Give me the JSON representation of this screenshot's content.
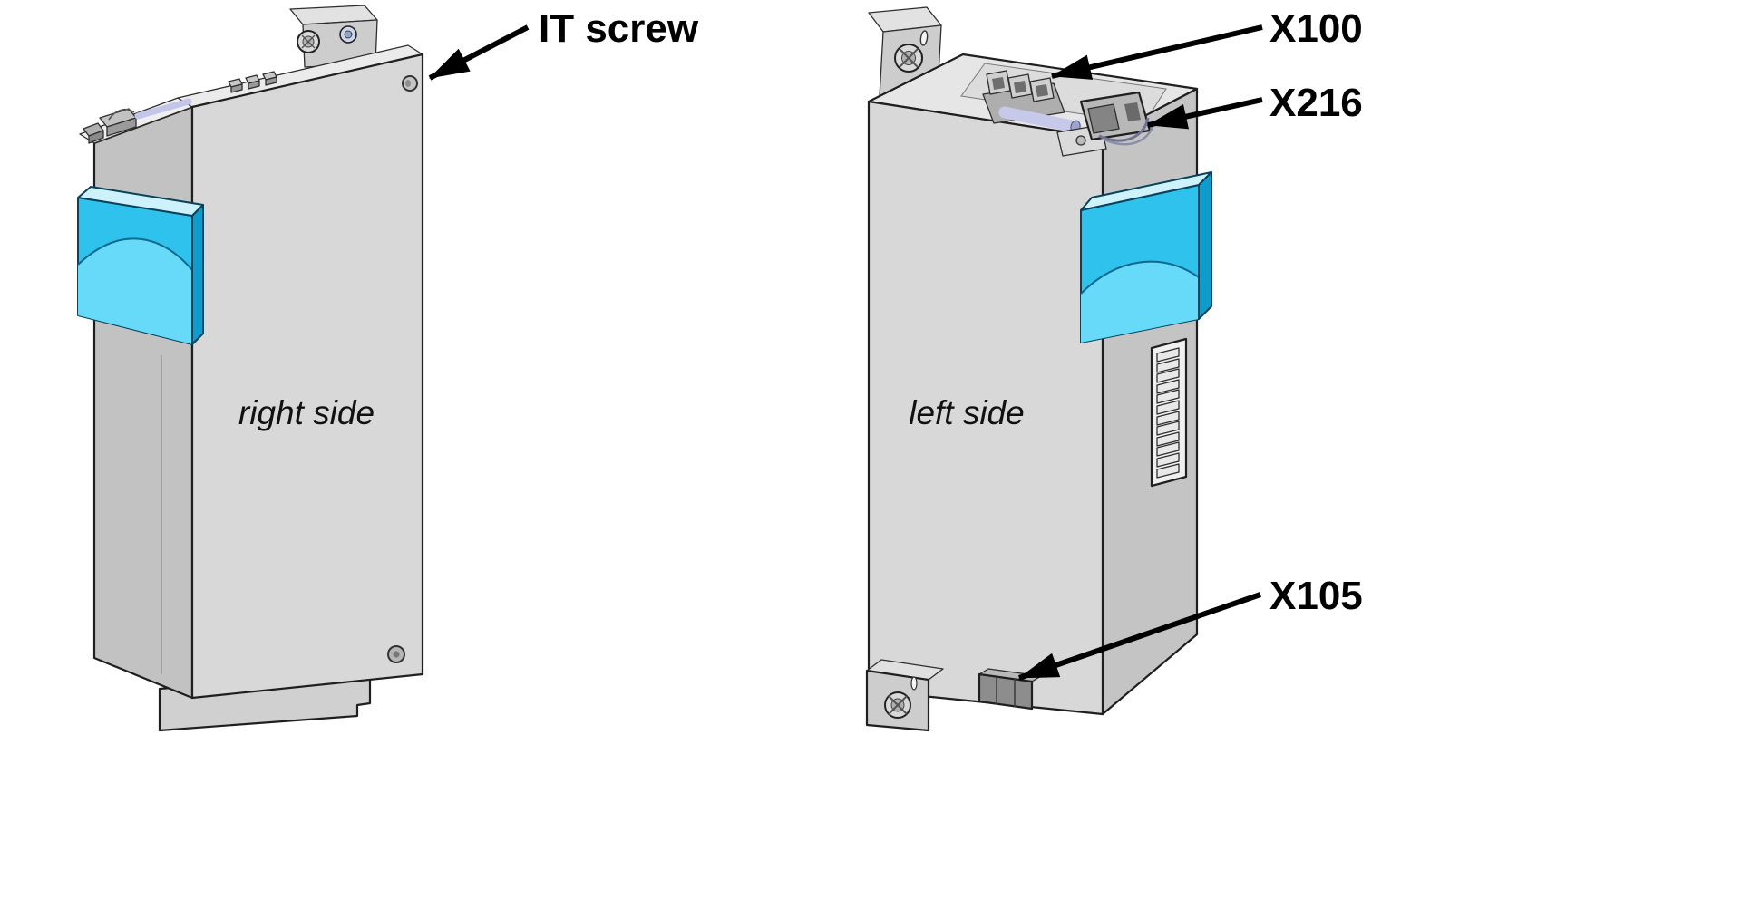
{
  "views": {
    "right_side": {
      "caption": "right side"
    },
    "left_side": {
      "caption": "left side"
    }
  },
  "callouts": {
    "it_screw": {
      "label": "IT screw"
    },
    "x100": {
      "label": "X100"
    },
    "x216": {
      "label": "X216"
    },
    "x105": {
      "label": "X105"
    }
  },
  "colors": {
    "cover_front": "#2fc2ec",
    "cover_bright": "#66daf8",
    "cover_top": "#cdf2fb",
    "cover_edge": "#0d9ccc",
    "callout_text": "#000000"
  }
}
